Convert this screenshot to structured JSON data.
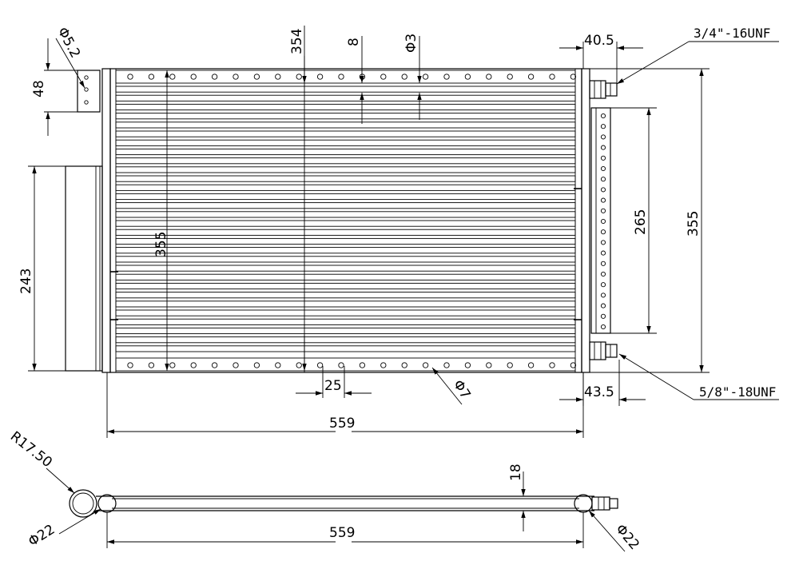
{
  "front_view": {
    "holes_top": {
      "diameter_label": "Φ3",
      "pitch_label": "8"
    },
    "holes_bottom": {
      "diameter_label": "Φ7",
      "pitch_label": "25"
    },
    "bracket_hole_label": "Φ5.2",
    "bracket_height_label": "48",
    "side_plate_height_label": "243",
    "inner_height_label": "355",
    "core_height_label": "354",
    "overall_width_label": "559",
    "outlet_height_label": "265",
    "overall_height_label": "355",
    "upper_fitting": {
      "offset_label": "40.5",
      "thread_label": "3/4\"-16UNF"
    },
    "lower_fitting": {
      "offset_label": "43.5",
      "thread_label": "5/8\"-18UNF"
    }
  },
  "bottom_view": {
    "left_radius_label": "R17.50",
    "left_diameter_label": "Φ22",
    "right_diameter_label": "Φ22",
    "thickness_label": "18",
    "width_label": "559"
  }
}
